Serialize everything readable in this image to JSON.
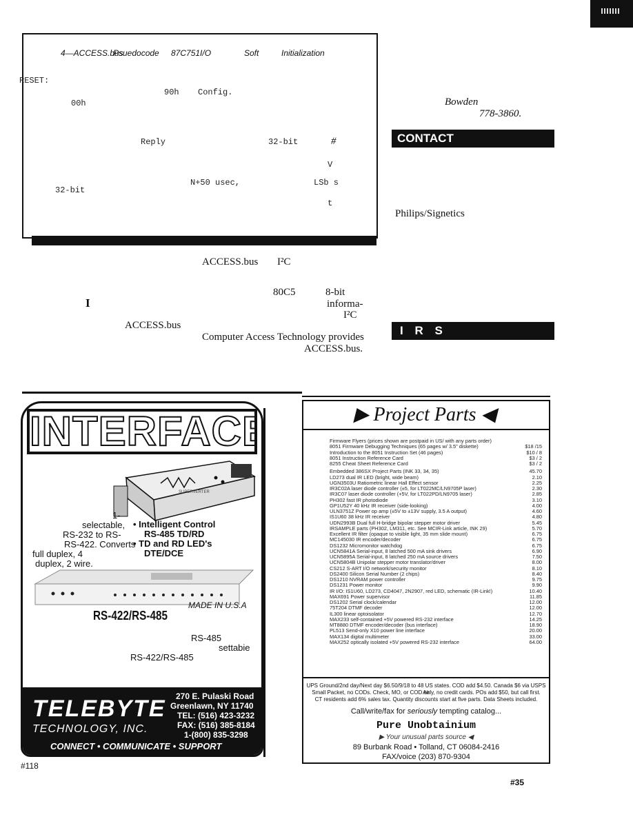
{
  "listing": {
    "caption": [
      "4—ACCESS.bus",
      "Psuedocode",
      "87C751I/O",
      "Soft",
      "Initialization"
    ],
    "code": {
      "reset": "RESET:",
      "c90h": "90h",
      "config": "Config.",
      "c00h": "00h",
      "reply": "Reply",
      "bit32a": "32-bit",
      "hash": "#",
      "v": "V",
      "n50": "N+50 usec,",
      "lsb": "LSb s",
      "bit32b": "32-bit",
      "t": "t"
    }
  },
  "sidebar": {
    "bowden": "Bowden",
    "phone": "778-3860.",
    "contact_heading": "CONTACT",
    "vendor": "Philips/Signetics",
    "irs_heading": "I R S"
  },
  "body": {
    "access1": "ACCESS.bus",
    "i2c1": "I²C",
    "c80c5": "80C5",
    "bit8": "8-bit",
    "bar": "I",
    "informa": "informa-",
    "i2c2": "I²C",
    "access2": "ACCESS.bus",
    "cat": "Computer Access Technology provides",
    "access3": "ACCESS.bus."
  },
  "ad_telebyte": {
    "banner": "INTERFACE",
    "product_text": "SUPERVERTER",
    "l1": "1-",
    "l2": "selectable,",
    "l3": "RS-232 to RS-",
    "l4": "RS-422. Converts",
    "l5": "full duplex, 4",
    "l6": "duplex, 2 wire.",
    "f1": "• Intelligent Control",
    "f2": "RS-485 TD/RD",
    "f3": "• TD and RD LED's",
    "f4": "DTE/DCE",
    "made": "MADE IN U.S.A",
    "model": "RS-422/RS-485",
    "s1": "RS-485",
    "s2": "settabie",
    "s3": "RS-422/RS-485",
    "logo": "TELEBYTE",
    "company": "TECHNOLOGY, INC.",
    "addr1": "270 E. Pulaski Road",
    "addr2": "Greenlawn, NY 11740",
    "tel": "TEL: (516) 423-3232",
    "fax": "FAX: (516) 385-8184",
    "toll": "1-(800) 835-3298",
    "slogan": "CONNECT • COMMUNICATE • SUPPORT",
    "reader": "#118"
  },
  "ad_parts": {
    "title": "▶ Project Parts ◀",
    "items": [
      {
        "desc": "Firmware Flyers (prices shown are postpaid in US/ with any parts order)",
        "price": ""
      },
      {
        "desc": "8051 Firmware Debugging Techniques (65 pages w/ 3.5\" diskette)",
        "price": "$18 /15"
      },
      {
        "desc": "Introduction to the 8051 Instruction Set (46 pages)",
        "price": "$10 / 8"
      },
      {
        "desc": "8051 Instruction Reference Card",
        "price": "$3 / 2"
      },
      {
        "desc": "8255 Cheat Sheet Reference Card",
        "price": "$3 / 2"
      },
      {
        "desc": "Embedded 386SX Project Parts (INK 33, 34, 35)",
        "price": "45.70"
      },
      {
        "desc": "LD273 dual IR LED (bright, wide beam)",
        "price": "2.10"
      },
      {
        "desc": "UGN3503U Ratiometric linear Hall Effect sensor",
        "price": "2.25"
      },
      {
        "desc": "IR3C02A laser diode controller (±5, for LT022MC/LN9705P laser)",
        "price": "2.30"
      },
      {
        "desc": "IR3C07 laser diode controller (+5V, for LT022PD/LN9705 laser)",
        "price": "2.85"
      },
      {
        "desc": "PH302 fast IR photodiode",
        "price": "3.10"
      },
      {
        "desc": "GP1U52Y 40 kHz IR receiver (side-looking)",
        "price": "4.00"
      },
      {
        "desc": "ULN3751Z Power op amp (±5V to ±13V supply, 3.5 A output)",
        "price": "4.60"
      },
      {
        "desc": "IS1U60 38 kHz IR receiver",
        "price": "4.80"
      },
      {
        "desc": "UDN2993B Dual full H-bridge bipolar stepper motor driver",
        "price": "5.45"
      },
      {
        "desc": "IRSAMPLE parts (PH302, LM311, etc. See MCIR-Link article, INK 29)",
        "price": "5.70"
      },
      {
        "desc": "Excellent IR filter (opaque to visible light, 35 mm slide mount)",
        "price": "6.75"
      },
      {
        "desc": "MC145030 IR encoder/decoder",
        "price": "6.75"
      },
      {
        "desc": "DS1232 Micromonitor watchdog",
        "price": "6.75"
      },
      {
        "desc": "UCN5841A Serial-input, 8 latched 500 mA sink drivers",
        "price": "6.90"
      },
      {
        "desc": "UCN5895A Serial-input, 8 latched 250 mA source drivers",
        "price": "7.50"
      },
      {
        "desc": "UCN5804B Unipolar stepper motor translator/driver",
        "price": "8.00"
      },
      {
        "desc": "CS212 S-ART I/O network/security monitor",
        "price": "8.10"
      },
      {
        "desc": "DS2400 Silicon Serial Number (2 chips)",
        "price": "8.40"
      },
      {
        "desc": "DS1210 NVRAM power controller",
        "price": "9.75"
      },
      {
        "desc": "DS1231 Power monitor",
        "price": "9.90"
      },
      {
        "desc": "IR I/O: IS1U60, LD273, CD4047, 2N2907, red LED, schematic (IR-Link!)",
        "price": "10.40"
      },
      {
        "desc": "MAX691 Power supervisor",
        "price": "11.85"
      },
      {
        "desc": "DS1202 Serial clock/calendar",
        "price": "12.00"
      },
      {
        "desc": "75T204 DTMF decoder",
        "price": "12.00"
      },
      {
        "desc": "IL300 linear optoisolator",
        "price": "12.70"
      },
      {
        "desc": "MAX233 self-contained +5V powered RS-232 interface",
        "price": "14.25"
      },
      {
        "desc": "MT8880 DTMF encoder/decoder (bus interface)",
        "price": "18.90"
      },
      {
        "desc": "PL513 Send-only X10 power line interface",
        "price": "20.00"
      },
      {
        "desc": "MAX134 digital multimeter",
        "price": "33.00"
      },
      {
        "desc": "MAX252 optically isolated +5V powered RS-232 interface",
        "price": "64.00"
      }
    ],
    "shipping": [
      "UPS Ground/2nd day/Next day $6.50/9/18 to 48 US states. COD add $4.50. Canada $6 via USPS Air",
      "Small Packet, no CODs. Check, MO, or COD only, no credit cards. POs add $50, but call first.",
      "CT residents add 6% sales tax. Quantity discounts start at five parts. Data Sheets included."
    ],
    "call_pre": "Call/write/fax for",
    "call_em": "seriously",
    "call_post": "tempting catalog...",
    "brand": "Pure Unobtainium",
    "tagline": "▶ Your unusual parts source ◀",
    "address": "89 Burbank Road • Tolland, CT 06084-2416",
    "fax": "FAX/voice (203) 870-9304",
    "reader": "#35"
  }
}
